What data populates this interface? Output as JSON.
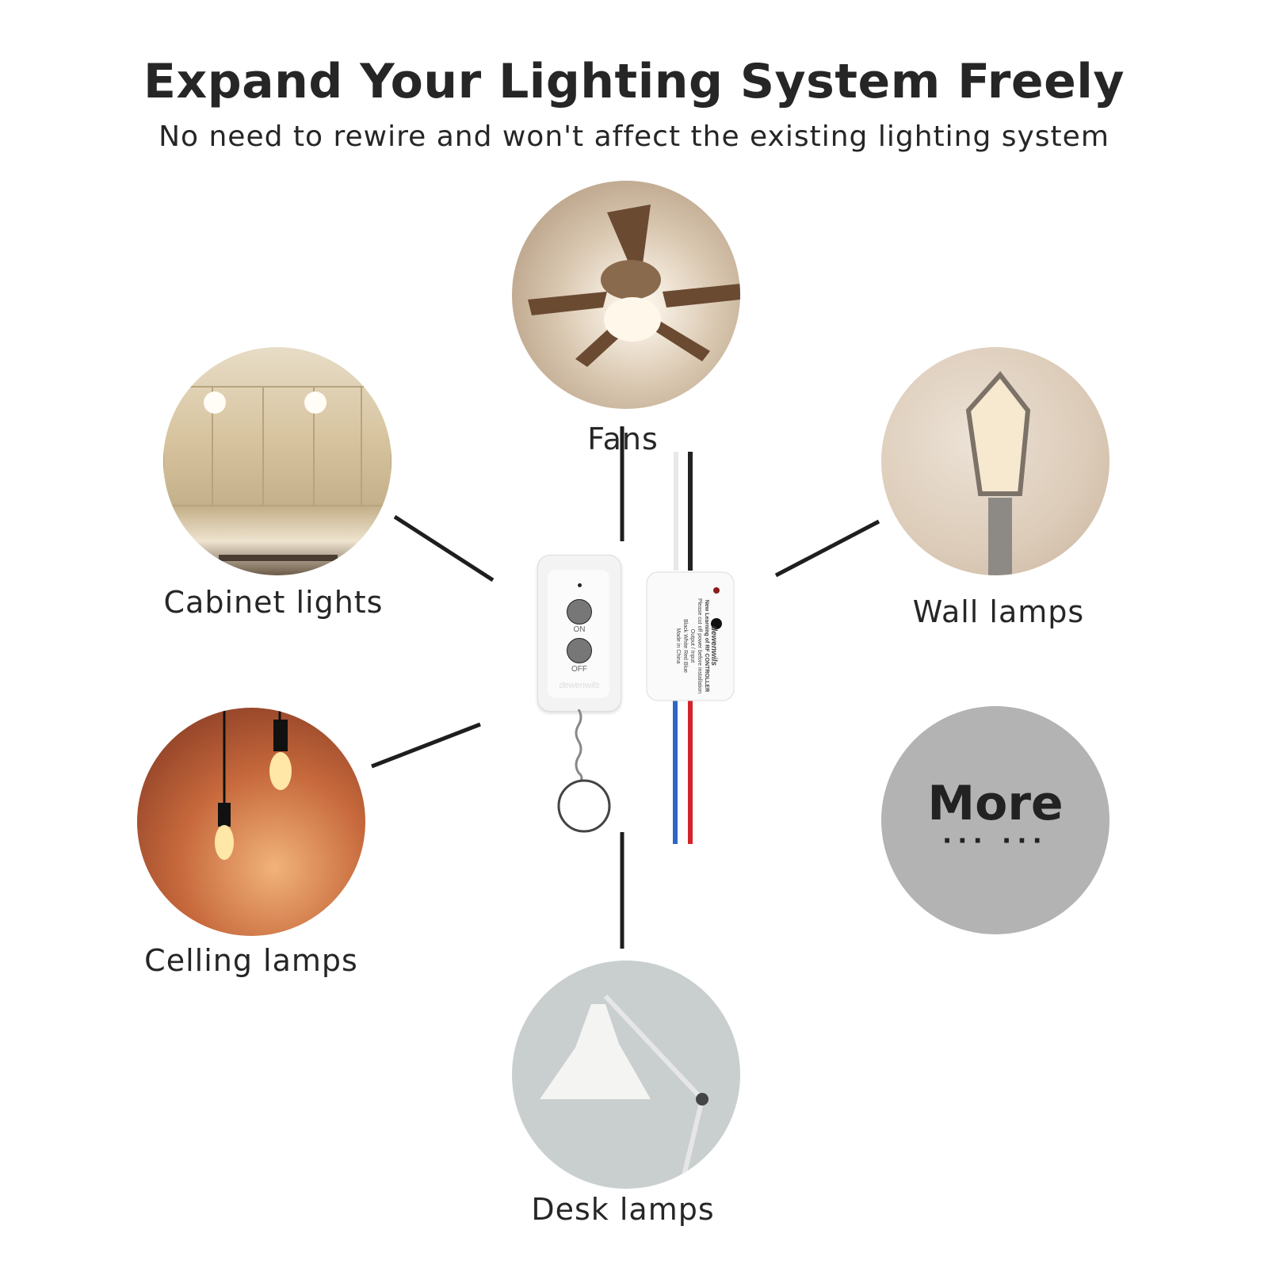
{
  "header": {
    "title": "Expand Your Lighting System Freely",
    "subtitle": "No need to rewire and won't affect the existing lighting system"
  },
  "applications": [
    {
      "label": "Fans"
    },
    {
      "label": "Cabinet lights"
    },
    {
      "label": "Wall lamps"
    },
    {
      "label": "Celling lamps"
    },
    {
      "label": "Desk lamps"
    }
  ],
  "more": {
    "label": "More",
    "dots": "··· ···"
  },
  "product": {
    "remote": {
      "on_label": "ON",
      "off_label": "OFF",
      "brand": "dewenwils"
    },
    "controller": {
      "brand": "dewenwils",
      "title": "New Learning of RF CONTROLLER",
      "note": "Please cut off power before installation",
      "output_label": "Output",
      "input_label": "Input",
      "wires": [
        "Black",
        "White",
        "Red",
        "Blue"
      ],
      "made_in": "Made in China"
    }
  },
  "colors": {
    "more_circle": "#b3b3b3",
    "text": "#262626"
  }
}
